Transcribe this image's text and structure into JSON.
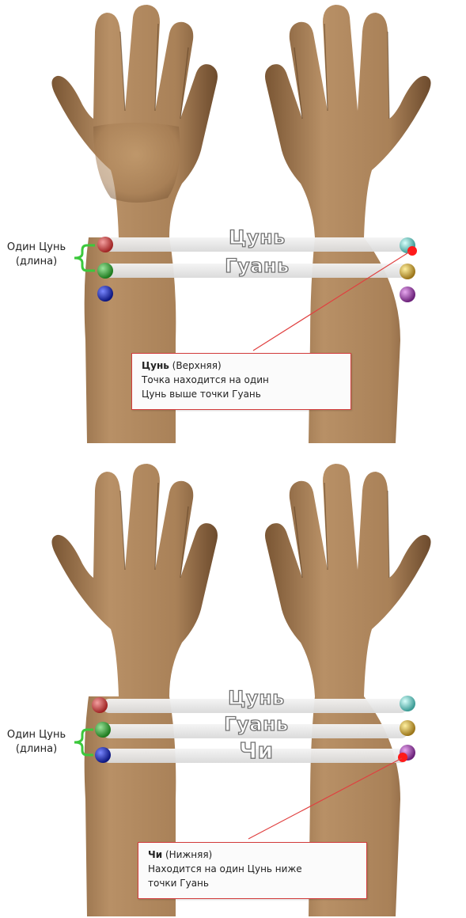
{
  "panels": [
    {
      "side_note": {
        "line1": "Один Цунь",
        "line2": "(длина)"
      },
      "labels": [
        "Цунь",
        "Гуань"
      ],
      "callout": {
        "title": "Цунь",
        "qualifier": "(Верхняя)",
        "line2": "Точка находится на один",
        "line3": "Цунь выше точки Гуань"
      }
    },
    {
      "side_note": {
        "line1": "Один Цунь",
        "line2": "(длина)"
      },
      "labels": [
        "Цунь",
        "Гуань",
        "Чи"
      ],
      "callout": {
        "title": "Чи",
        "qualifier": "(Нижняя)",
        "line2": "Находится на один Цунь ниже",
        "line3": "точки Гуань"
      }
    }
  ],
  "colors": {
    "skin": "#b48c60",
    "callout_border": "#d23b3b",
    "bracket": "#3cc83c",
    "dot_red": "#c03030",
    "dot_green": "#2f9a2f",
    "dot_blue": "#1a2aa0",
    "dot_cyan": "#5fc8c0",
    "dot_gold": "#c8a030",
    "dot_purple": "#9040a0"
  }
}
